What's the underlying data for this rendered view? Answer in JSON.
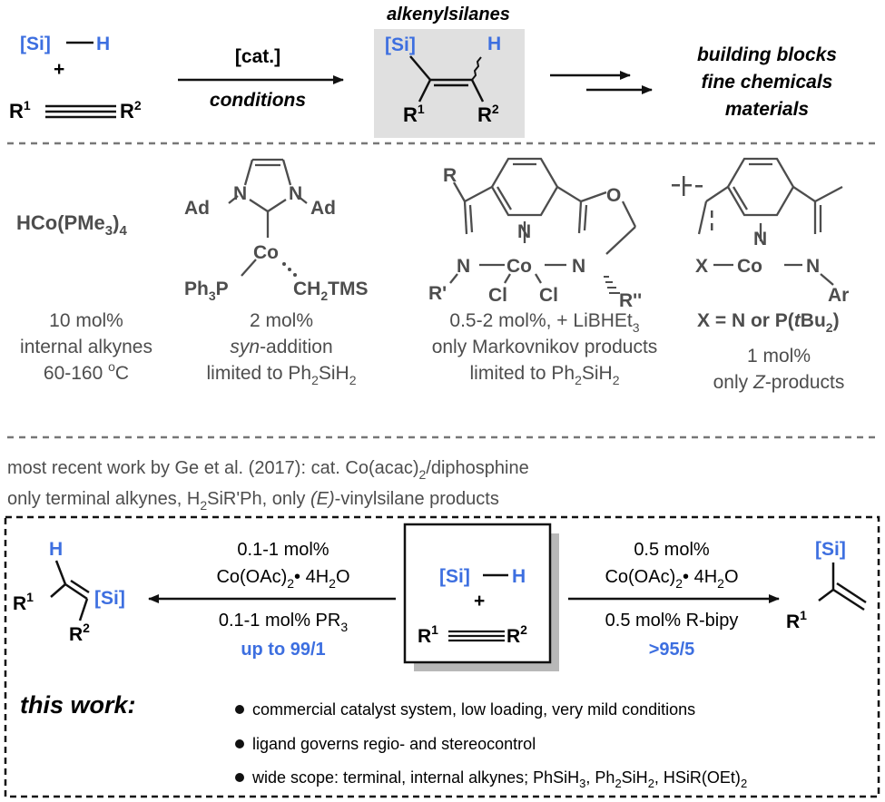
{
  "colors": {
    "blue": "#3d6fe0",
    "gray": "#4d4d4d",
    "black": "#111111",
    "shade": "#e0e0e0",
    "shadow": "#b8b8b8"
  },
  "top": {
    "si": "[Si]",
    "h": "H",
    "plus": "+",
    "r1": "R",
    "r1sup": "1",
    "r2": "R",
    "r2sup": "2",
    "cat": "[cat.]",
    "conditions": "conditions",
    "alkenyl_title": "alkenylsilanes",
    "p_si": "[Si]",
    "p_h": "H",
    "p_r1": "R",
    "p_r1sup": "1",
    "p_r2": "R",
    "p_r2sup": "2",
    "building": "building blocks",
    "fine": "fine chemicals",
    "materials": "materials"
  },
  "catalysts": {
    "c1": {
      "formula": "HCo(PMe",
      "sub": "3",
      "close": ")",
      "sub2": "4",
      "line1": "10 mol%",
      "line2": "internal alkynes",
      "line3a": "60-160 ",
      "line3sup": "o",
      "line3b": "C"
    },
    "c2": {
      "ad_left": "Ad",
      "ad_right": "Ad",
      "n1": "N",
      "n2": "N",
      "co": "Co",
      "ph3p_a": "Ph",
      "ph3p_sub": "3",
      "ph3p_b": "P",
      "ch2_a": "CH",
      "ch2_sub": "2",
      "ch2_b": "TMS",
      "line1": "2 mol%",
      "line2a": "syn",
      "line2b": "-addition",
      "line3a": "limited to Ph",
      "line3sub": "2",
      "line3b": "SiH",
      "line3sub2": "2"
    },
    "c3": {
      "r": "R",
      "n_left": "N",
      "n_py": "N",
      "n_right": "N",
      "o": "O",
      "co": "Co",
      "rp": "R'",
      "cl1": "Cl",
      "cl2": "Cl",
      "rpp": "R''",
      "line1a": "0.5-2 mol%, + LiBHEt",
      "line1sub": "3",
      "line2": "only Markovnikov products",
      "line3a": "limited to Ph",
      "line3sub": "2",
      "line3b": "SiH",
      "line3sub2": "2"
    },
    "c4": {
      "n_py": "N",
      "x": "X",
      "co": "Co",
      "n_right": "N",
      "ar": "Ar",
      "xeq_a": "X = N or P(",
      "xeq_t": "t",
      "xeq_b": "Bu",
      "xeq_sub": "2",
      "xeq_c": ")",
      "line1": "1 mol%",
      "line2a": "only ",
      "line2b": "Z",
      "line2c": "-products"
    }
  },
  "recent": {
    "line1": "most recent work by Ge et al. (2017): cat. Co(acac)",
    "line1sub": "2",
    "line1b": "/diphosphine",
    "line2a": "only terminal alkynes, H",
    "line2sub": "2",
    "line2b": "SiR'Ph, only ",
    "line2c": "(E)",
    "line2d": "-vinylsilane products"
  },
  "thiswork": {
    "left_h": "H",
    "left_si": "[Si]",
    "left_r1": "R",
    "left_r1sup": "1",
    "left_r2": "R",
    "left_r2sup": "2",
    "left_c1": "0.1-1 mol%",
    "left_c2a": "Co(OAc)",
    "left_c2sub": "2",
    "left_c2b": "• 4H",
    "left_c2sub2": "2",
    "left_c2c": "O",
    "left_c3a": "0.1-1 mol% PR",
    "left_c3sub": "3",
    "left_sel": "up to 99/1",
    "mid_si": "[Si]",
    "mid_h": "H",
    "mid_plus": "+",
    "mid_r1": "R",
    "mid_r1sup": "1",
    "mid_r2": "R",
    "mid_r2sup": "2",
    "right_c1": "0.5 mol%",
    "right_c2a": "Co(OAc)",
    "right_c2sub": "2",
    "right_c2b": "• 4H",
    "right_c2sub2": "2",
    "right_c2c": "O",
    "right_c3": "0.5 mol% R-bipy",
    "right_sel": ">95/5",
    "right_si": "[Si]",
    "right_r1": "R",
    "right_r1sup": "1",
    "label": "this work:",
    "bullets": [
      {
        "a": "commercial catalyst system, low loading, very mild conditions"
      },
      {
        "a": "ligand governs regio- and stereocontrol"
      },
      {
        "a": "wide scope: terminal, internal alkynes; PhSiH",
        "s1": "3",
        "b": ", Ph",
        "s2": "2",
        "c": "SiH",
        "s3": "2",
        "d": ", HSiR(OEt)",
        "s4": "2"
      }
    ]
  }
}
